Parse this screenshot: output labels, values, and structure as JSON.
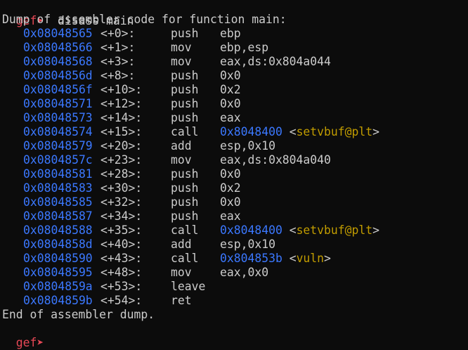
{
  "prompt": {
    "name": "gef",
    "arrow": "➤",
    "command": "disass main"
  },
  "header": "Dump of assembler code for function main:",
  "instructions": [
    {
      "addr": "0x08048565",
      "off": "<+0>:",
      "mn": "push",
      "ops": [
        {
          "t": "ebp",
          "k": "plain"
        }
      ]
    },
    {
      "addr": "0x08048566",
      "off": "<+1>:",
      "mn": "mov",
      "ops": [
        {
          "t": "ebp,esp",
          "k": "plain"
        }
      ]
    },
    {
      "addr": "0x08048568",
      "off": "<+3>:",
      "mn": "mov",
      "ops": [
        {
          "t": "eax,ds:0x804a044",
          "k": "plain"
        }
      ]
    },
    {
      "addr": "0x0804856d",
      "off": "<+8>:",
      "mn": "push",
      "ops": [
        {
          "t": "0x0",
          "k": "plain"
        }
      ]
    },
    {
      "addr": "0x0804856f",
      "off": "<+10>:",
      "mn": "push",
      "ops": [
        {
          "t": "0x2",
          "k": "plain"
        }
      ]
    },
    {
      "addr": "0x08048571",
      "off": "<+12>:",
      "mn": "push",
      "ops": [
        {
          "t": "0x0",
          "k": "plain"
        }
      ]
    },
    {
      "addr": "0x08048573",
      "off": "<+14>:",
      "mn": "push",
      "ops": [
        {
          "t": "eax",
          "k": "plain"
        }
      ]
    },
    {
      "addr": "0x08048574",
      "off": "<+15>:",
      "mn": "call",
      "ops": [
        {
          "t": "0x8048400",
          "k": "tgt"
        },
        {
          "t": " ",
          "k": "plain"
        },
        {
          "t": "<",
          "k": "plain"
        },
        {
          "t": "setvbuf@plt",
          "k": "sym"
        },
        {
          "t": ">",
          "k": "plain"
        }
      ]
    },
    {
      "addr": "0x08048579",
      "off": "<+20>:",
      "mn": "add",
      "ops": [
        {
          "t": "esp,0x10",
          "k": "plain"
        }
      ]
    },
    {
      "addr": "0x0804857c",
      "off": "<+23>:",
      "mn": "mov",
      "ops": [
        {
          "t": "eax,ds:0x804a040",
          "k": "plain"
        }
      ]
    },
    {
      "addr": "0x08048581",
      "off": "<+28>:",
      "mn": "push",
      "ops": [
        {
          "t": "0x0",
          "k": "plain"
        }
      ]
    },
    {
      "addr": "0x08048583",
      "off": "<+30>:",
      "mn": "push",
      "ops": [
        {
          "t": "0x2",
          "k": "plain"
        }
      ]
    },
    {
      "addr": "0x08048585",
      "off": "<+32>:",
      "mn": "push",
      "ops": [
        {
          "t": "0x0",
          "k": "plain"
        }
      ]
    },
    {
      "addr": "0x08048587",
      "off": "<+34>:",
      "mn": "push",
      "ops": [
        {
          "t": "eax",
          "k": "plain"
        }
      ]
    },
    {
      "addr": "0x08048588",
      "off": "<+35>:",
      "mn": "call",
      "ops": [
        {
          "t": "0x8048400",
          "k": "tgt"
        },
        {
          "t": " ",
          "k": "plain"
        },
        {
          "t": "<",
          "k": "plain"
        },
        {
          "t": "setvbuf@plt",
          "k": "sym"
        },
        {
          "t": ">",
          "k": "plain"
        }
      ]
    },
    {
      "addr": "0x0804858d",
      "off": "<+40>:",
      "mn": "add",
      "ops": [
        {
          "t": "esp,0x10",
          "k": "plain"
        }
      ]
    },
    {
      "addr": "0x08048590",
      "off": "<+43>:",
      "mn": "call",
      "ops": [
        {
          "t": "0x804853b",
          "k": "tgt"
        },
        {
          "t": " ",
          "k": "plain"
        },
        {
          "t": "<",
          "k": "plain"
        },
        {
          "t": "vuln",
          "k": "sym"
        },
        {
          "t": ">",
          "k": "plain"
        }
      ]
    },
    {
      "addr": "0x08048595",
      "off": "<+48>:",
      "mn": "mov",
      "ops": [
        {
          "t": "eax,0x0",
          "k": "plain"
        }
      ]
    },
    {
      "addr": "0x0804859a",
      "off": "<+53>:",
      "mn": "leave",
      "ops": []
    },
    {
      "addr": "0x0804859b",
      "off": "<+54>:",
      "mn": "ret",
      "ops": []
    }
  ],
  "footer": "End of assembler dump.",
  "colors": {
    "background": "#0c0c0c",
    "text": "#cccccc",
    "address": "#3b78ff",
    "symbol": "#c19c00",
    "prompt": "#e74856"
  }
}
